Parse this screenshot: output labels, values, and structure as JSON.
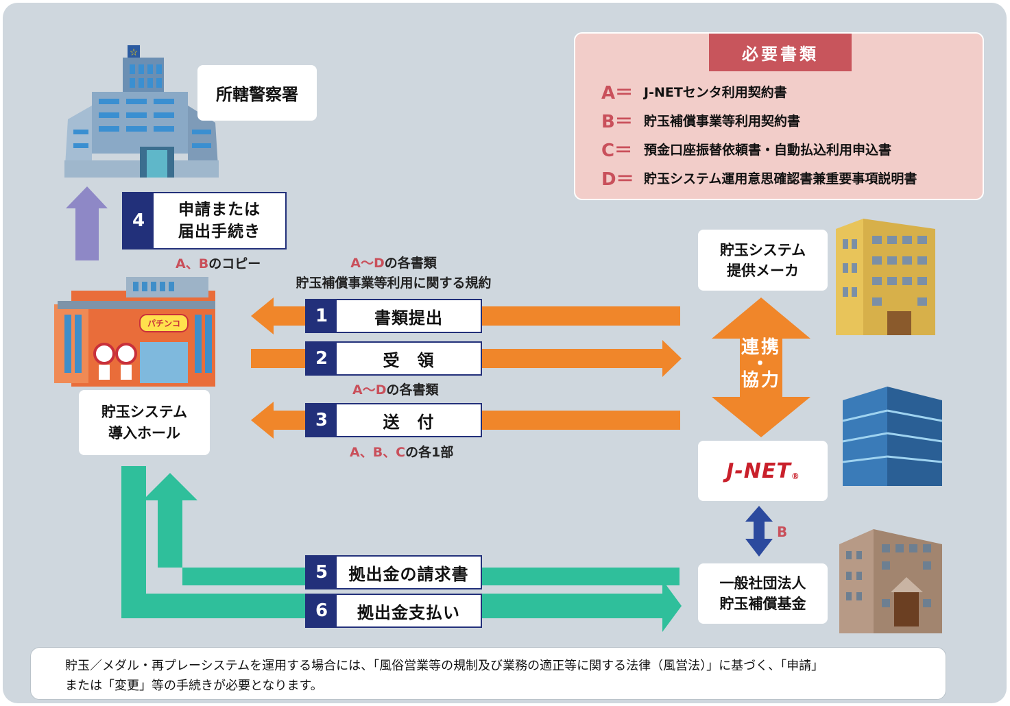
{
  "police": {
    "label": "所轄警察署"
  },
  "step4": {
    "num": "4",
    "line1": "申請または",
    "line2": "届出手続き"
  },
  "copy_note": {
    "red": "A、B",
    "rest": "のコピー"
  },
  "docs_note": {
    "red": "A〜D",
    "rest": "の各書類",
    "line2": "貯玉補償事業等利用に関する規約"
  },
  "step1": {
    "num": "1",
    "label": "書類提出"
  },
  "step2": {
    "num": "2",
    "label": "受　領"
  },
  "received_note": {
    "red": "A〜D",
    "rest": "の各書類"
  },
  "step3": {
    "num": "3",
    "label": "送　付"
  },
  "sent_note": {
    "red": "A、B、C",
    "rest": "の各1部"
  },
  "hall": {
    "line1": "貯玉システム",
    "line2": "導入ホール",
    "sign": "パチンコ"
  },
  "maker": {
    "line1": "貯玉システム",
    "line2": "提供メーカ"
  },
  "cooperate": {
    "line1": "連携",
    "dot": "・",
    "line2": "協力"
  },
  "jnet": {
    "logo": "J-NET",
    "reg": "®"
  },
  "b_label": "B",
  "fund": {
    "line1": "一般社団法人",
    "line2": "貯玉補償基金"
  },
  "step5": {
    "num": "5",
    "label": "拠出金の請求書"
  },
  "step6": {
    "num": "6",
    "label": "拠出金支払い"
  },
  "required_docs": {
    "title": "必要書類",
    "items": [
      {
        "key": "A＝",
        "text": "J-NETセンタ利用契約書"
      },
      {
        "key": "B＝",
        "text": "貯玉補償事業等利用契約書"
      },
      {
        "key": "C＝",
        "text": "預金口座振替依頼書・自動払込利用申込書"
      },
      {
        "key": "D＝",
        "text": "貯玉システム運用意思確認書兼重要事項説明書"
      }
    ]
  },
  "note": {
    "line1": "貯玉／メダル・再プレーシステムを運用する場合には、「風俗営業等の規制及び業務の適正等に関する法律（風営法）」に基づく、「申請」",
    "line2": "または「変更」等の手続きが必要となります。"
  },
  "colors": {
    "orange": "#f0862a",
    "teal": "#2fbf9b",
    "purple": "#8e88c6",
    "navy": "#22307a",
    "blue": "#2c4a9e",
    "red": "#c9505b"
  }
}
